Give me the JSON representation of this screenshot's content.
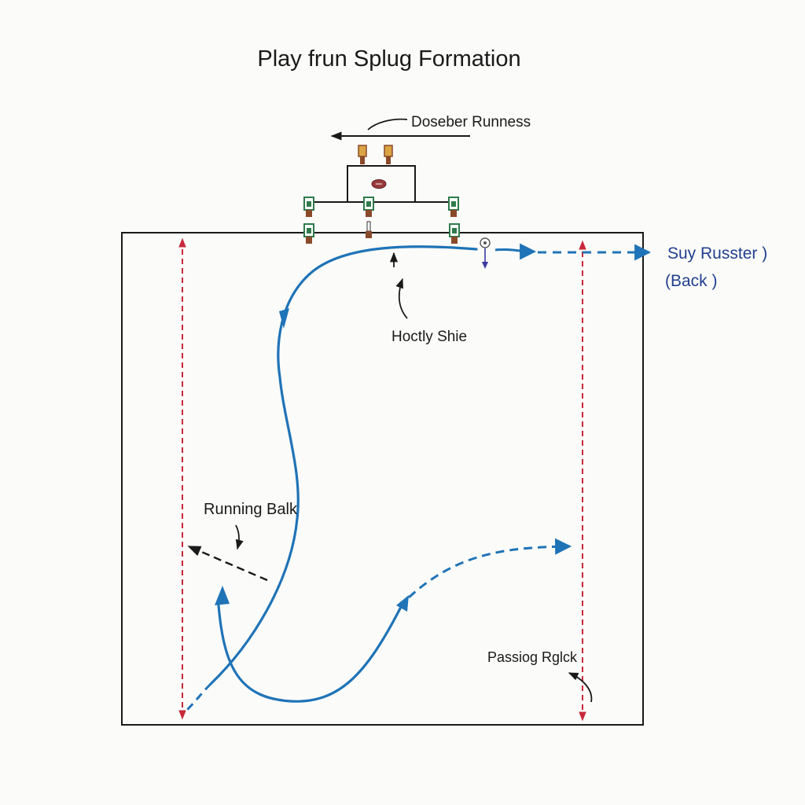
{
  "title": "Play frun Splug Formation",
  "labels": {
    "defender_runness": "Doseber Runness",
    "hoctly_shie": "Hoctly Shie",
    "running_back": "Running Balk",
    "passing_rack": "Passiog Rglck",
    "suy_russter": "Suy Russter )",
    "back": "(Back )"
  },
  "colors": {
    "route": "#1f73b7",
    "sideline": "#c8283a",
    "ink": "#1a1a1a",
    "label_blue": "#23408f",
    "player_green": "#2f7a4a",
    "player_brown": "#8a4a2a",
    "player_gold": "#d9a441",
    "background": "#fbfbf9"
  },
  "players": {
    "top_row": [
      "player-icon",
      "player-icon"
    ],
    "middle_row": [
      "player-icon",
      "player-icon",
      "player-icon"
    ],
    "bottom_row": [
      "player-icon",
      "player-icon",
      "player-icon"
    ],
    "ball": "football-icon",
    "back_marker": "target-icon"
  }
}
